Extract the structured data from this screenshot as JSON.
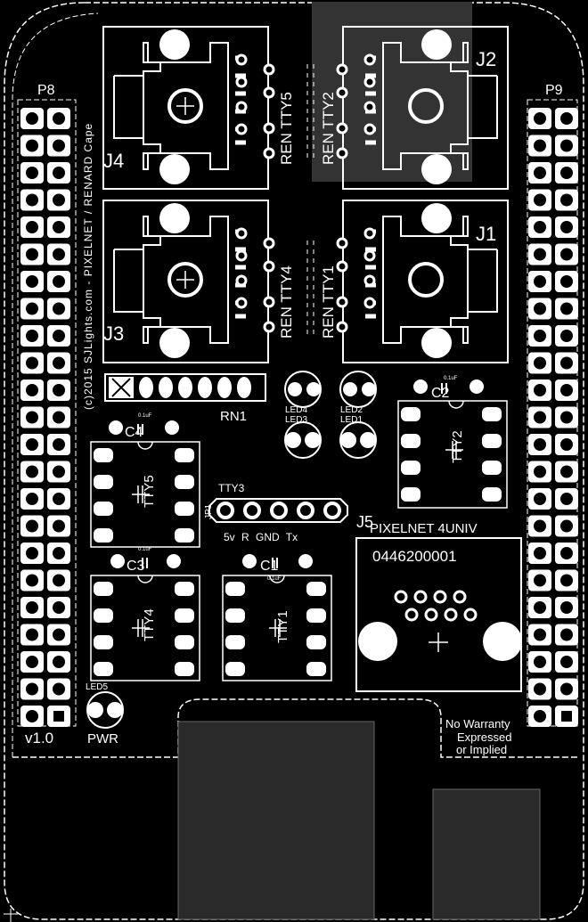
{
  "headers": {
    "p8": "P8",
    "p9": "P9"
  },
  "jacks": {
    "j1": "J1",
    "j2": "J2",
    "j3": "J3",
    "j4": "J4",
    "j5": "J5"
  },
  "ren_labels": {
    "tty5": "REN TTY5",
    "tty4": "REN TTY4",
    "tty2": "REN TTY2",
    "tty1": "REN TTY1"
  },
  "vertical_credit": "(c)2015 SJLights.com - PIXELNET / RENARD Cape",
  "rn1": "RN1",
  "leds": {
    "led4": "LED4",
    "led3": "LED3",
    "led2": "LED2",
    "led1": "LED1",
    "led5": "LED5"
  },
  "caps": {
    "c1": "C1",
    "c2": "C2",
    "c3": "C3",
    "c4": "C4",
    "cap_value": "0.1uF"
  },
  "chips": {
    "tty1": "TTY1",
    "tty2": "TTY2",
    "tty4": "TTY4",
    "tty5": "TTY5"
  },
  "jp1": {
    "name": "JP1",
    "label": "TTY3",
    "pins": "5v R GND Tx"
  },
  "pixelnet": {
    "title": "PIXELNET 4UNIV",
    "part": "0446200001"
  },
  "version": "v1.0",
  "pwr": "PWR",
  "warranty": [
    "No Warranty",
    "Expressed",
    "or Implied"
  ]
}
